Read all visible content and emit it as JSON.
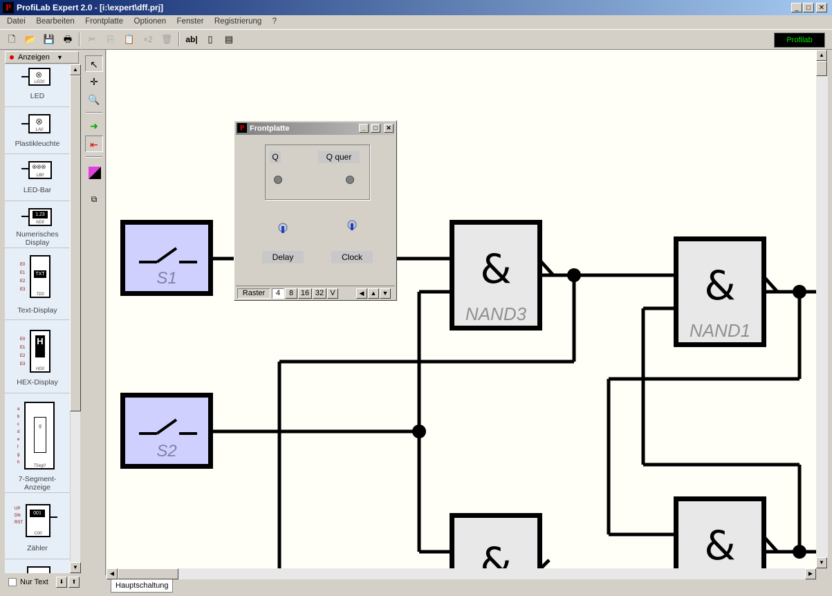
{
  "window": {
    "title": "ProfiLab Expert 2.0 - [i:\\expert\\dff.prj]",
    "logo": "P"
  },
  "menu": [
    "Datei",
    "Bearbeiten",
    "Frontplatte",
    "Optionen",
    "Fenster",
    "Registrierung",
    "?"
  ],
  "toolbar": {
    "copy_count": "×2",
    "text_tool": "ab|",
    "indicator": "Profilab"
  },
  "palette": {
    "header": "Anzeigen",
    "items": [
      {
        "label": "LED",
        "tag": "LED0"
      },
      {
        "label": "Plastikleuchte",
        "tag": "LA0"
      },
      {
        "label": "LED-Bar",
        "tag": "LB0"
      },
      {
        "label": "Numerisches Display",
        "tag": "ND0",
        "value": "1.23"
      },
      {
        "label": "Text-Display",
        "tag": "TD0",
        "value": "TXT"
      },
      {
        "label": "HEX-Display",
        "tag": "HD0",
        "value": "H"
      },
      {
        "label": "7-Segment-Anzeige",
        "tag": "7Seg0"
      },
      {
        "label": "Zähler",
        "tag": "C00",
        "value": "001"
      }
    ],
    "footer_checkbox": "Nur Text"
  },
  "frontplatte": {
    "title": "Frontplatte",
    "labels": {
      "q": "Q",
      "q_quer": "Q quer",
      "delay": "Delay",
      "clock": "Clock"
    },
    "raster": {
      "label": "Raster",
      "options": [
        "4",
        "8",
        "16",
        "32",
        "V"
      ]
    }
  },
  "circuit": {
    "switches": [
      "S1",
      "S2"
    ],
    "gates": [
      {
        "symbol": "&",
        "name": "NAND3"
      },
      {
        "symbol": "&",
        "name": "NAND1"
      },
      {
        "symbol": "&",
        "name": ""
      },
      {
        "symbol": "&",
        "name": ""
      }
    ]
  },
  "tabs": [
    "Hauptschaltung"
  ],
  "colors": {
    "title_start": "#0a246a",
    "switch_fill": "#d0d0ff",
    "gate_fill": "#e8e8e8",
    "indicator_text": "#00e000"
  }
}
